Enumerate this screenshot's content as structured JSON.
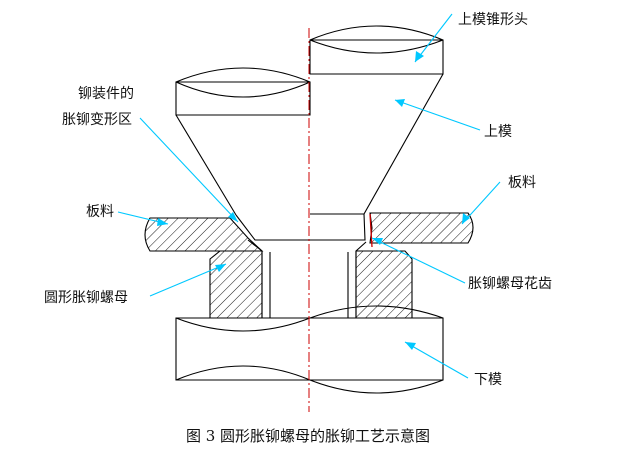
{
  "labels": {
    "upper_die_cone_head": "上模锥形头",
    "deform_zone_line1": "铆装件的",
    "deform_zone_line2": "胀铆变形区",
    "upper_die": "上模",
    "sheet_right": "板料",
    "sheet_left": "板料",
    "nut_teeth": "胀铆螺母花齿",
    "round_nut": "圆形胀铆螺母",
    "lower_die": "下模"
  },
  "caption": "图 3  圆形胀铆螺母的胀铆工艺示意图",
  "colors": {
    "outline": "#000000",
    "leader": "#00c8ff",
    "centerline": "#cc0000",
    "hatch": "#000000",
    "background": "#ffffff"
  }
}
